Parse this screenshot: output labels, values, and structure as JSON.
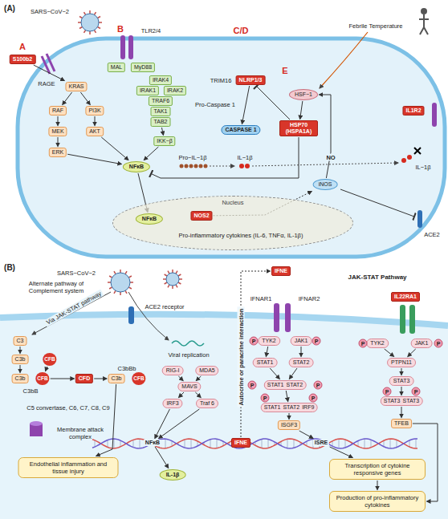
{
  "diagram": {
    "nodes": [
      {
        "text": [
          "S100b2"
        ]
      },
      {
        "text": [
          "KRAS"
        ]
      },
      {
        "text": [
          "RAF"
        ]
      },
      {
        "text": [
          "PI3K"
        ]
      },
      {
        "text": [
          "MEK"
        ]
      },
      {
        "text": [
          "AKT"
        ]
      },
      {
        "text": [
          "ERK"
        ]
      },
      {
        "text": [
          "MAL"
        ]
      },
      {
        "text": [
          "MyD88"
        ]
      },
      {
        "text": [
          "IRAK4"
        ]
      },
      {
        "text": [
          "IRAK1"
        ]
      },
      {
        "text": [
          "IRAK2"
        ]
      },
      {
        "text": [
          "TRAF6"
        ]
      },
      {
        "text": [
          "TAK1"
        ]
      },
      {
        "text": [
          "TAB2"
        ]
      },
      {
        "text": [
          "IKK−β"
        ]
      },
      {
        "text": [
          "NFκB"
        ]
      },
      {
        "text": [
          "NLRP1/3"
        ]
      },
      {
        "text": [
          "CASPASE 1"
        ]
      },
      {
        "text": [
          "HSF−1"
        ]
      },
      {
        "text": [
          "HSP70 (HSPA1A)"
        ]
      },
      {
        "text": [
          "IL1R2"
        ]
      },
      {
        "text": [
          "iNOS"
        ]
      },
      {
        "text": [
          "Nucleus"
        ]
      },
      {
        "text": [
          "NFκB"
        ],
        "in": 23
      },
      {
        "text": [
          "NOS2"
        ],
        "in": 23
      },
      {
        "text": [
          "C3"
        ]
      },
      {
        "text": [
          "C3b"
        ]
      },
      {
        "text": [
          "CFB"
        ]
      },
      {
        "text": [
          "C3b"
        ]
      },
      {
        "text": [
          "CFB"
        ]
      },
      {
        "text": [
          "CFD"
        ]
      },
      {
        "text": [
          "C3b"
        ]
      },
      {
        "text": [
          "CFB"
        ]
      },
      {
        "text": [
          "Endothelial inflammation and tissue injury"
        ]
      },
      {
        "text": [
          "RIG-I"
        ]
      },
      {
        "text": [
          "MDA5"
        ]
      },
      {
        "text": [
          "MAVS"
        ]
      },
      {
        "text": [
          "IRF3"
        ]
      },
      {
        "text": [
          "Traf 6"
        ]
      },
      {
        "text": [
          "NFκB"
        ]
      },
      {
        "text": [
          "IFNE"
        ]
      },
      {
        "text": [
          "IL-1β"
        ]
      },
      {
        "text": [
          "ISRE"
        ]
      },
      {
        "text": [
          "IFNE"
        ]
      },
      {
        "text": [
          "TYK2"
        ]
      },
      {
        "text": [
          "JAK1"
        ]
      },
      {
        "text": [
          "STAT1"
        ]
      },
      {
        "text": [
          "STAT2"
        ]
      },
      {
        "text": [
          "STAT1",
          "STAT2"
        ]
      },
      {
        "text": [
          "STAT1",
          "STAT2",
          "IRF9"
        ]
      },
      {
        "text": [
          "ISGF3"
        ]
      },
      {
        "text": [
          "IL22RA1"
        ]
      },
      {
        "text": [
          "TYK2"
        ]
      },
      {
        "text": [
          "JAK1"
        ]
      },
      {
        "text": [
          "PTPN11"
        ]
      },
      {
        "text": [
          "STAT3"
        ]
      },
      {
        "text": [
          "STAT3",
          "STAT3"
        ]
      },
      {
        "text": [
          "TFEB"
        ]
      },
      {
        "text": [
          "Transcription of cytokine responsive genes"
        ]
      },
      {
        "text": [
          "Production of pro-inflammatory cytokines"
        ]
      },
      {
        "text": [
          "P"
        ]
      },
      {
        "text": [
          "P"
        ]
      },
      {
        "text": [
          "P"
        ]
      },
      {
        "text": [
          "P"
        ]
      },
      {
        "text": [
          "P"
        ]
      },
      {
        "text": [
          "P"
        ]
      },
      {
        "text": [
          "P"
        ]
      },
      {
        "text": [
          "P"
        ]
      },
      {
        "text": [
          "P"
        ]
      },
      {
        "text": [
          "P"
        ]
      }
    ],
    "edges": [
      {
        "from": 0,
        "to": 1,
        "arrow": "to"
      },
      {
        "from": 1,
        "to": 2,
        "arrow": "to"
      },
      {
        "from": 1,
        "to": 3,
        "arrow": "to"
      },
      {
        "from": 2,
        "to": 4,
        "arrow": "to"
      },
      {
        "from": 3,
        "to": 5,
        "arrow": "to"
      },
      {
        "from": 4,
        "to": 6,
        "arrow": "to"
      },
      {
        "from": 6,
        "to": 16,
        "arrow": "to"
      },
      {
        "from": 5,
        "to": 16,
        "arrow": "to"
      },
      {
        "from": 14,
        "to": 15,
        "arrow": "to"
      },
      {
        "from": 15,
        "to": 16,
        "arrow": "to"
      },
      {
        "from": 17,
        "to": 18,
        "arrow": "to"
      },
      {
        "from": 16,
        "to": 24,
        "arrow": "to"
      },
      {
        "from": 25,
        "to": 22,
        "arrow": "to"
      },
      {
        "from": 22,
        "to": 19,
        "arrow": "to",
        "label": "NO"
      },
      {
        "from": 19,
        "to": 20,
        "arrow": "to"
      },
      {
        "from": 20,
        "to": 17,
        "arrow": "to"
      },
      {
        "from": 20,
        "to": 16,
        "arrow": "to"
      },
      {
        "from": 26,
        "to": 27,
        "arrow": "to"
      },
      {
        "from": 27,
        "to": 29,
        "arrow": "to"
      },
      {
        "from": 28,
        "to": 30,
        "arrow": "to"
      },
      {
        "from": 30,
        "to": 31,
        "arrow": "to"
      },
      {
        "from": 31,
        "to": 32,
        "arrow": "to"
      },
      {
        "from": 32,
        "to": 34,
        "arrow": "to"
      },
      {
        "from": 35,
        "to": 37,
        "arrow": "to"
      },
      {
        "from": 36,
        "to": 37,
        "arrow": "to"
      },
      {
        "from": 37,
        "to": 38,
        "arrow": "to"
      },
      {
        "from": 37,
        "to": 39,
        "arrow": "to"
      },
      {
        "from": 38,
        "to": 40,
        "arrow": "to"
      },
      {
        "from": 39,
        "to": 40,
        "arrow": "to"
      },
      {
        "from": 40,
        "to": 42,
        "arrow": "to"
      },
      {
        "from": 41,
        "to": 44,
        "arrow": "to",
        "label": "Autocrine or paracrine interaction"
      },
      {
        "from": 45,
        "to": 47,
        "arrow": "to"
      },
      {
        "from": 46,
        "to": 48,
        "arrow": "to"
      },
      {
        "from": 47,
        "to": 49,
        "arrow": "to"
      },
      {
        "from": 48,
        "to": 49,
        "arrow": "to"
      },
      {
        "from": 49,
        "to": 50,
        "arrow": "to"
      },
      {
        "from": 50,
        "to": 51,
        "arrow": "to"
      },
      {
        "from": 51,
        "to": 43,
        "arrow": "to"
      },
      {
        "from": 43,
        "to": 59,
        "arrow": "to"
      },
      {
        "from": 59,
        "to": 60,
        "arrow": "to"
      },
      {
        "from": 53,
        "to": 55,
        "arrow": "to"
      },
      {
        "from": 54,
        "to": 55,
        "arrow": "to"
      },
      {
        "from": 55,
        "to": 56,
        "arrow": "to"
      },
      {
        "from": 56,
        "to": 57,
        "arrow": "to"
      },
      {
        "from": 57,
        "to": 58,
        "arrow": "to"
      },
      {
        "from": 58,
        "to": 60,
        "arrow": "to"
      }
    ],
    "labels": [
      "(A)",
      "SARS−CoV−2",
      "A",
      "RAGE",
      "B",
      "TLR2/4",
      "C/D",
      "TRIM16",
      "Pro-Caspase 1",
      "E",
      "Febrile Temperature",
      "Pro−IL−1β",
      "IL−1β",
      "IL−1β",
      "ACE2",
      "Pro-inflammatory cytokines (IL-6, TNFα, IL-1β)",
      "(B)",
      "SARS−CoV−2",
      "Alternate pathway of Complement system",
      "ACE2 receptor",
      "Via JAK-STAT pathway",
      "C3bB",
      "C3bBb",
      "C5 convertase, C6, C7, C8, C9",
      "Membrane attack complex",
      "Viral replication",
      "IFNAR1",
      "IFNAR2",
      "JAK-STAT Pathway"
    ]
  }
}
